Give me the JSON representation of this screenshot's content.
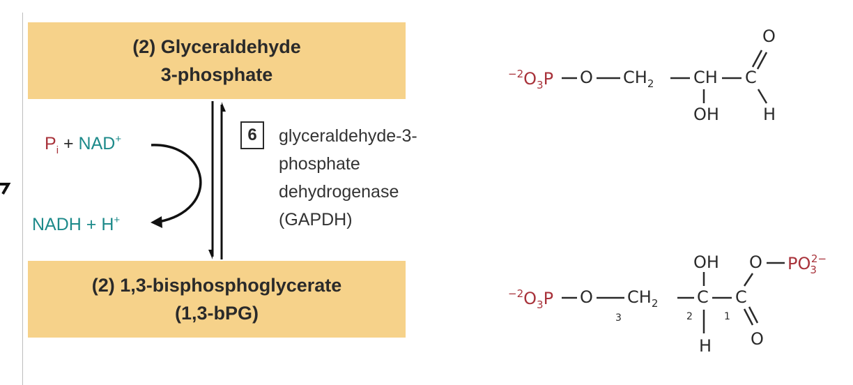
{
  "reactant": {
    "line1": "(2) Glyceraldehyde",
    "line2": "3-phosphate"
  },
  "product": {
    "line1": "(2) 1,3-bisphosphoglycerate",
    "line2": "(1,3-bPG)"
  },
  "cofactors": {
    "pi_P": "P",
    "pi_i": "i",
    "plus1": " + ",
    "nad": "NAD",
    "nad_sup": "+",
    "nadh": "NADH",
    "plus2": " + H",
    "h_sup": "+"
  },
  "enzyme": {
    "step": "6",
    "name_lines": [
      "glyceraldehyde-3-",
      "phosphate",
      "dehydrogenase",
      "(GAPDH)"
    ]
  },
  "structure_top": {
    "charge": "−2",
    "o3": "O",
    "o3_sub": "3",
    "p": "P",
    "chain_o": "O",
    "ch2": "CH",
    "ch2_sub": "2",
    "ch": "CH",
    "c": "C",
    "oh": "OH",
    "h": "H",
    "o_carbonyl": "O"
  },
  "structure_bottom": {
    "charge": "−2",
    "o3": "O",
    "o3_sub": "3",
    "p": "P",
    "chain_o": "O",
    "ch2": "CH",
    "ch2_sub": "2",
    "c2": "C",
    "c1": "C",
    "num3": "3",
    "num2": "2",
    "num1": "1",
    "oh": "OH",
    "h": "H",
    "o_carbonyl": "O",
    "o_ester": "O",
    "po": "PO",
    "po_sub": "3",
    "po_sup": "2−"
  },
  "colors": {
    "box": "#f6d28a",
    "phosphate": "#a8323a",
    "nad": "#1d8a8a",
    "text": "#2a2a2a"
  }
}
